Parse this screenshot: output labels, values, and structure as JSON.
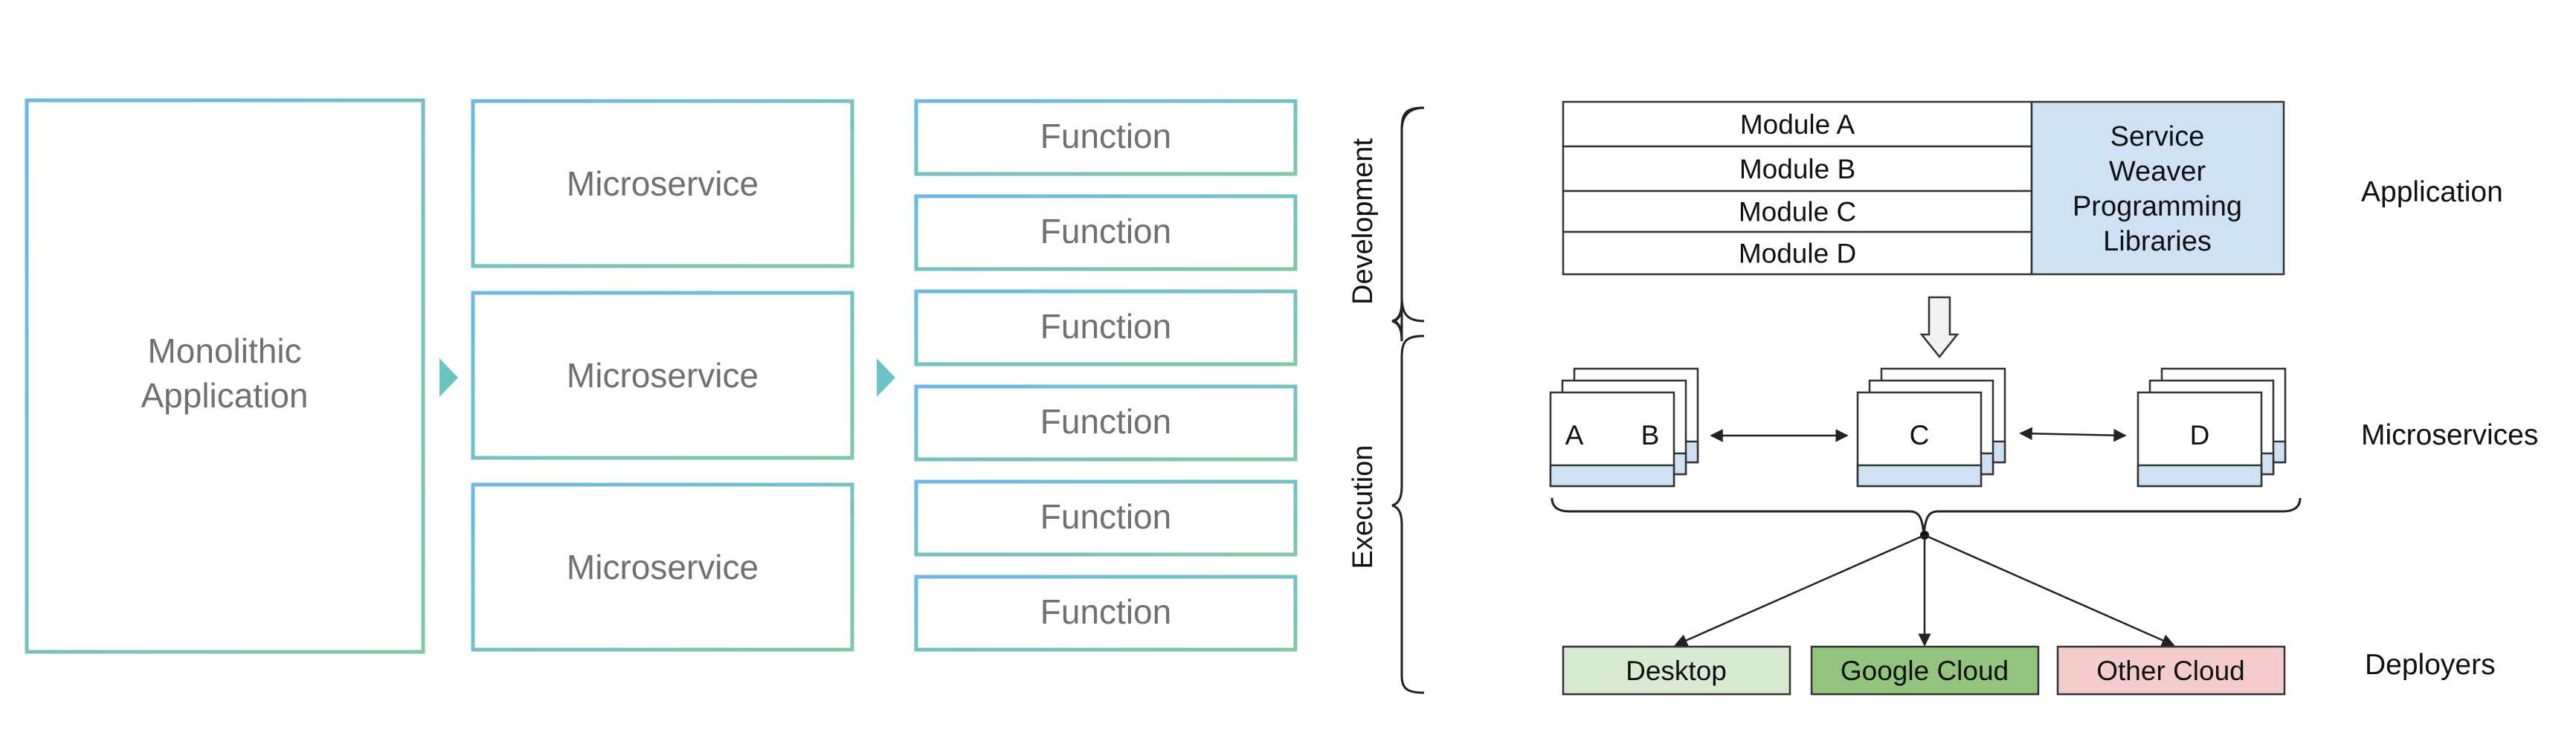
{
  "left": {
    "monolith_label_lines": [
      "Monolithic",
      "Application"
    ],
    "microservice_label": "Microservice",
    "function_label": "Function",
    "microservice_count": 3,
    "function_count": 6,
    "box_gradient": [
      "#6ab9e6",
      "#7cc9a2"
    ],
    "arrow_color": "#6cc3c6",
    "text_color": "#707070"
  },
  "phases": {
    "development": "Development",
    "execution": "Execution"
  },
  "right": {
    "modules": [
      "Module A",
      "Module B",
      "Module C",
      "Module D"
    ],
    "library_label_lines": [
      "Service",
      "Weaver",
      "Programming",
      "Libraries"
    ],
    "library_color": "#cfe2f3",
    "microservice_groups": [
      {
        "labels": [
          "A",
          "B"
        ]
      },
      {
        "labels": [
          "C"
        ]
      },
      {
        "labels": [
          "D"
        ]
      }
    ],
    "deployers": [
      {
        "label": "Desktop",
        "color": "#d9ead3"
      },
      {
        "label": "Google Cloud",
        "color": "#93c47d"
      },
      {
        "label": "Other Cloud",
        "color": "#f4cccc"
      }
    ],
    "row_labels": {
      "application": "Application",
      "microservices": "Microservices",
      "deployers": "Deployers"
    }
  }
}
